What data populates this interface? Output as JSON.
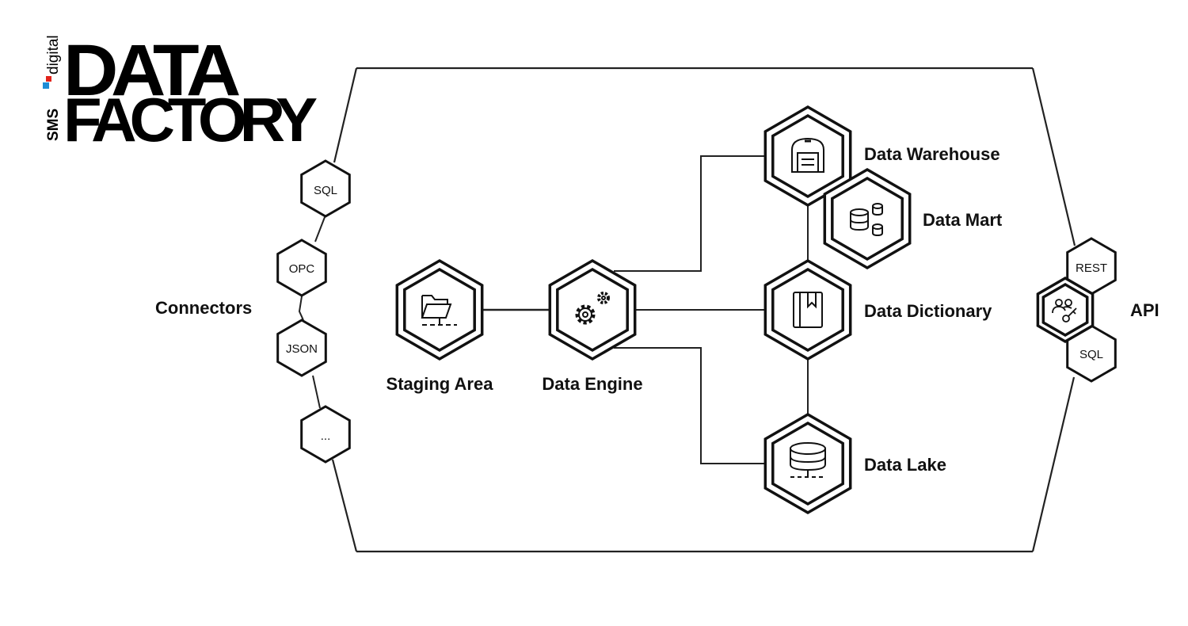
{
  "logo": {
    "brand_sms": "SMS",
    "brand_digital": "digital",
    "title_line1": "DATA",
    "title_line2": "FACTORY",
    "accent_red": "#e2231a",
    "accent_blue": "#1f8dd6"
  },
  "connectors": {
    "label": "Connectors",
    "items": [
      {
        "label": "SQL"
      },
      {
        "label": "OPC"
      },
      {
        "label": "JSON"
      },
      {
        "label": "..."
      }
    ]
  },
  "nodes": {
    "staging": {
      "label": "Staging Area",
      "icon": "folder-network-icon"
    },
    "engine": {
      "label": "Data Engine",
      "icon": "gears-icon"
    },
    "warehouse": {
      "label": "Data Warehouse",
      "icon": "warehouse-icon"
    },
    "mart": {
      "label": "Data Mart",
      "icon": "databases-icon"
    },
    "dictionary": {
      "label": "Data Dictionary",
      "icon": "book-icon"
    },
    "lake": {
      "label": "Data Lake",
      "icon": "database-network-icon"
    }
  },
  "api": {
    "label": "API",
    "center_icon": "users-key-icon",
    "items": [
      {
        "label": "REST"
      },
      {
        "label": "SQL"
      }
    ]
  },
  "edges": [
    {
      "from": "Staging Area",
      "to": "Data Engine"
    },
    {
      "from": "Data Engine",
      "to": "Data Warehouse"
    },
    {
      "from": "Data Engine",
      "to": "Data Dictionary"
    },
    {
      "from": "Data Engine",
      "to": "Data Lake"
    },
    {
      "from": "Data Warehouse",
      "to": "Data Dictionary"
    },
    {
      "from": "Data Dictionary",
      "to": "Data Lake"
    }
  ]
}
